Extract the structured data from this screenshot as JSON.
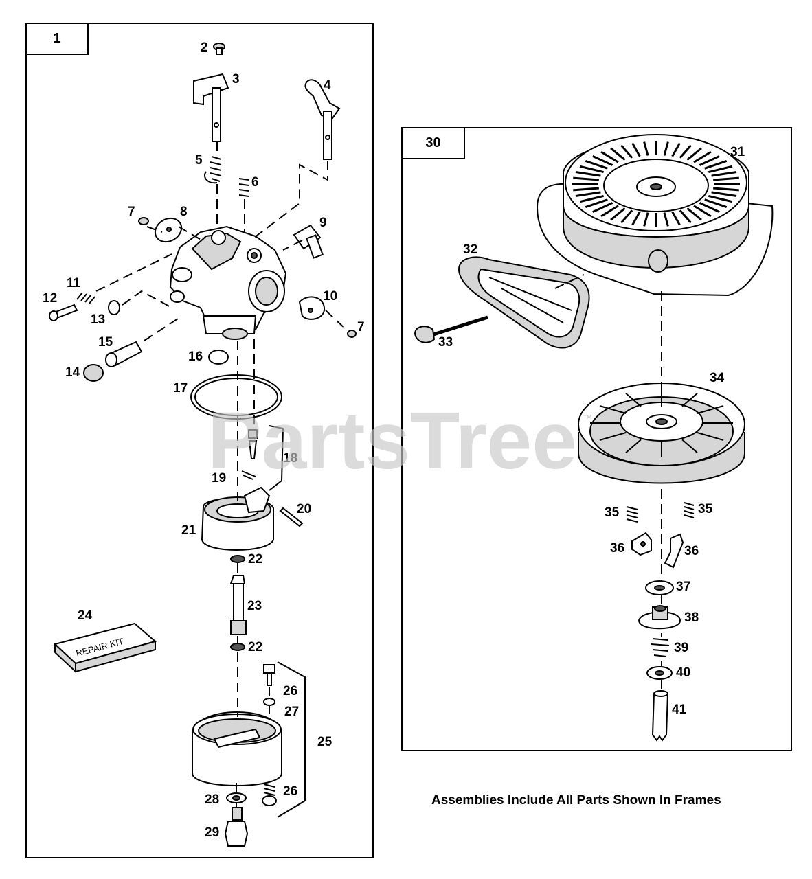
{
  "frames": {
    "carburetor": {
      "number": "1"
    },
    "starter": {
      "number": "30"
    }
  },
  "watermark": {
    "brand": "PartsTree",
    "mark": "™"
  },
  "caption": "Assemblies Include All Parts Shown In Frames",
  "repair_kit_label": "REPAIR KIT",
  "callouts": {
    "c2": "2",
    "c3": "3",
    "c4": "4",
    "c5": "5",
    "c6": "6",
    "c7a": "7",
    "c7b": "7",
    "c8": "8",
    "c9": "9",
    "c10": "10",
    "c11": "11",
    "c12": "12",
    "c13": "13",
    "c14": "14",
    "c15": "15",
    "c16": "16",
    "c17": "17",
    "c18": "18",
    "c19": "19",
    "c20": "20",
    "c21": "21",
    "c22a": "22",
    "c22b": "22",
    "c23": "23",
    "c24": "24",
    "c25": "25",
    "c26a": "26",
    "c26b": "26",
    "c27": "27",
    "c28": "28",
    "c29": "29",
    "c31": "31",
    "c32": "32",
    "c33": "33",
    "c34": "34",
    "c35a": "35",
    "c35b": "35",
    "c36a": "36",
    "c36b": "36",
    "c37": "37",
    "c38": "38",
    "c39": "39",
    "c40": "40",
    "c41": "41"
  }
}
